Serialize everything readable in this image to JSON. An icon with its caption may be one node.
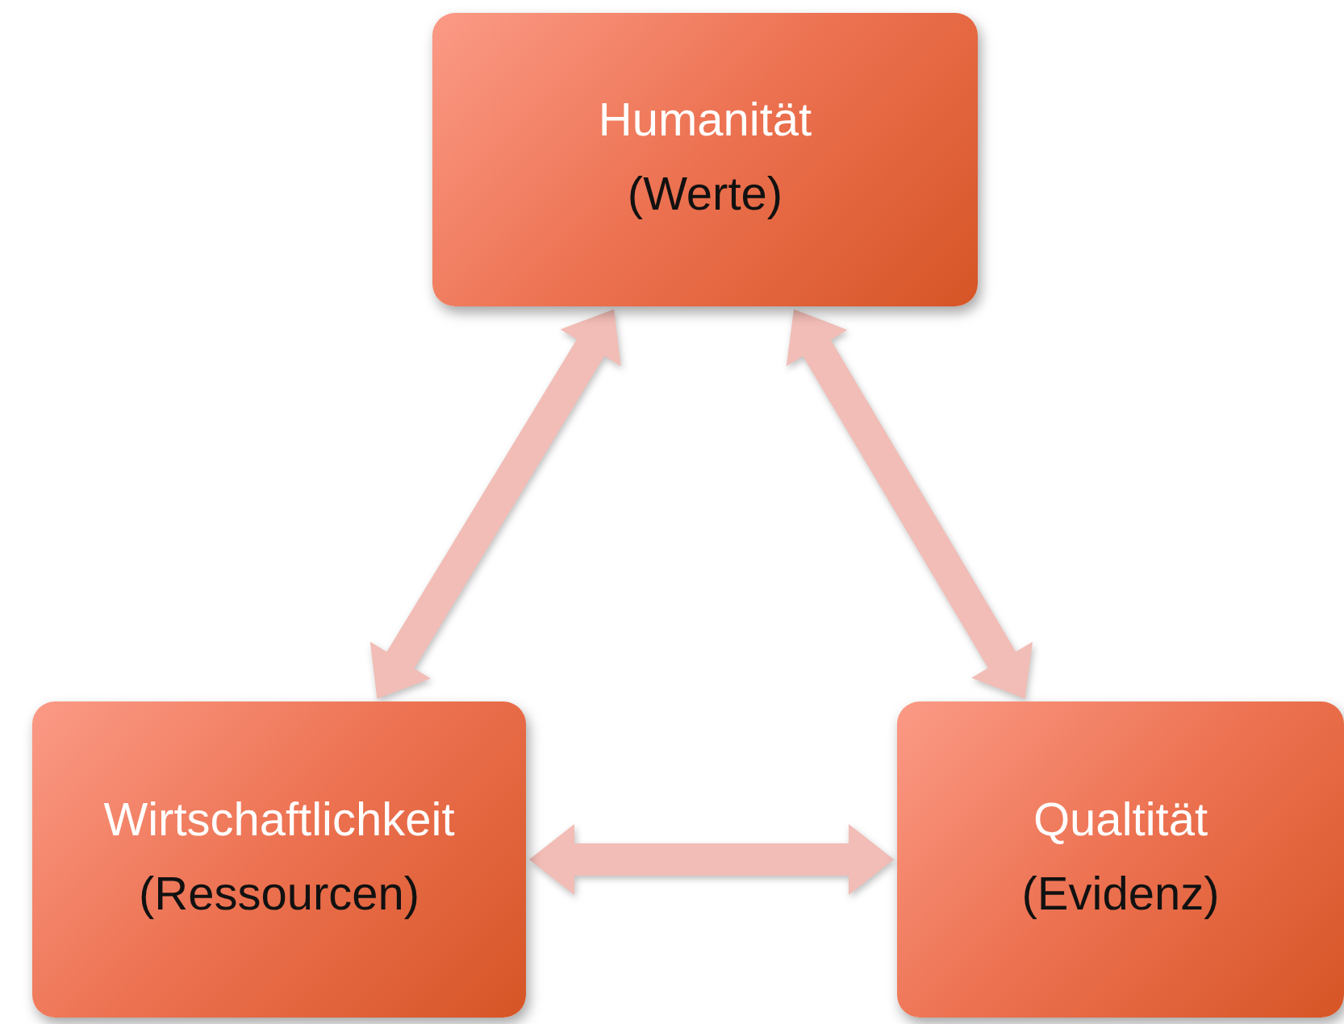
{
  "diagram": {
    "nodes": [
      {
        "text": [
          "Humanität",
          "(Werte)"
        ]
      },
      {
        "text": [
          "Wirtschaftlichkeit",
          "(Ressourcen)"
        ]
      },
      {
        "text": [
          "Qualtität",
          "(Evidenz)"
        ]
      }
    ],
    "edges": [
      {
        "from": 1,
        "to": 0,
        "arrow": "both",
        "style": "thick"
      },
      {
        "from": 0,
        "to": 2,
        "arrow": "both",
        "style": "thick"
      },
      {
        "from": 1,
        "to": 2,
        "arrow": "both",
        "style": "thick"
      }
    ]
  }
}
